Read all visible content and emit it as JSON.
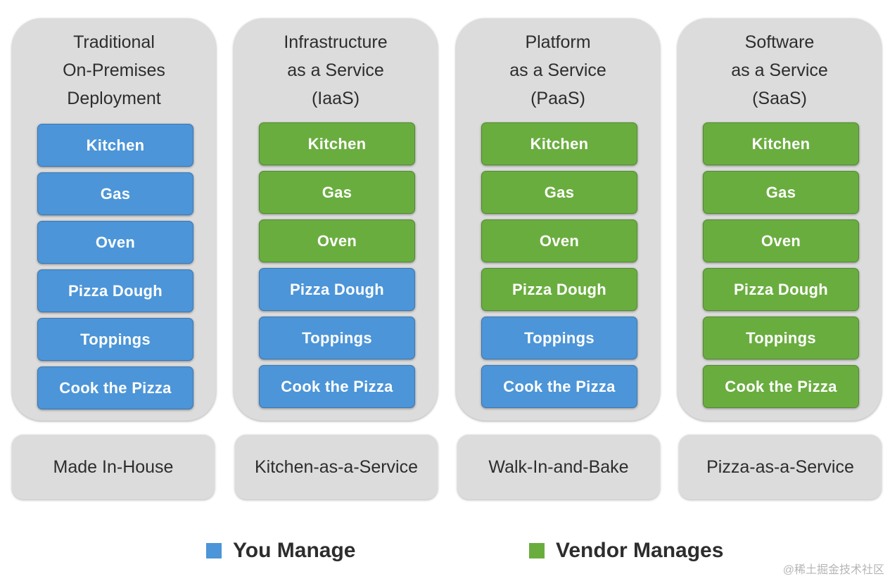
{
  "colors": {
    "you_manage": "#4c95d8",
    "vendor_manages": "#6aad3f",
    "panel": "#dcdcdc"
  },
  "columns": [
    {
      "title": "Traditional\nOn-Premises\nDeployment",
      "tiles": [
        {
          "label": "Kitchen",
          "owner": "you"
        },
        {
          "label": "Gas",
          "owner": "you"
        },
        {
          "label": "Oven",
          "owner": "you"
        },
        {
          "label": "Pizza Dough",
          "owner": "you"
        },
        {
          "label": "Toppings",
          "owner": "you"
        },
        {
          "label": "Cook the Pizza",
          "owner": "you"
        }
      ],
      "caption": "Made In-House"
    },
    {
      "title": "Infrastructure\nas a Service\n(IaaS)",
      "tiles": [
        {
          "label": "Kitchen",
          "owner": "vendor"
        },
        {
          "label": "Gas",
          "owner": "vendor"
        },
        {
          "label": "Oven",
          "owner": "vendor"
        },
        {
          "label": "Pizza Dough",
          "owner": "you"
        },
        {
          "label": "Toppings",
          "owner": "you"
        },
        {
          "label": "Cook the Pizza",
          "owner": "you"
        }
      ],
      "caption": "Kitchen-as-a-Service"
    },
    {
      "title": "Platform\nas a Service\n(PaaS)",
      "tiles": [
        {
          "label": "Kitchen",
          "owner": "vendor"
        },
        {
          "label": "Gas",
          "owner": "vendor"
        },
        {
          "label": "Oven",
          "owner": "vendor"
        },
        {
          "label": "Pizza Dough",
          "owner": "vendor"
        },
        {
          "label": "Toppings",
          "owner": "you"
        },
        {
          "label": "Cook the Pizza",
          "owner": "you"
        }
      ],
      "caption": "Walk-In-and-Bake"
    },
    {
      "title": "Software\nas a Service\n(SaaS)",
      "tiles": [
        {
          "label": "Kitchen",
          "owner": "vendor"
        },
        {
          "label": "Gas",
          "owner": "vendor"
        },
        {
          "label": "Oven",
          "owner": "vendor"
        },
        {
          "label": "Pizza Dough",
          "owner": "vendor"
        },
        {
          "label": "Toppings",
          "owner": "vendor"
        },
        {
          "label": "Cook the Pizza",
          "owner": "vendor"
        }
      ],
      "caption": "Pizza-as-a-Service"
    }
  ],
  "legend": {
    "you_manage": "You Manage",
    "vendor_manages": "Vendor Manages"
  },
  "watermark": "@稀土掘金技术社区"
}
